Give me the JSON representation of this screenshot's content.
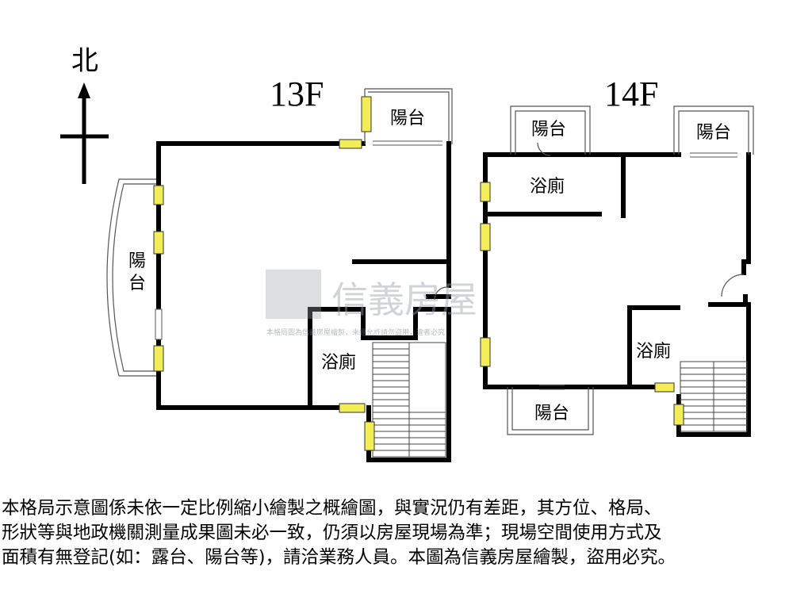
{
  "compass": {
    "north_label": "北"
  },
  "floors": [
    {
      "label": "13F",
      "rooms": {
        "balcony_top": "陽台",
        "balcony_side": "陽\n台",
        "bathroom": "浴廁"
      }
    },
    {
      "label": "14F",
      "rooms": {
        "balcony_left": "陽台",
        "balcony_right": "陽台",
        "bathroom_top": "浴廁",
        "bathroom_bottom": "浴廁",
        "balcony_bottom": "陽台"
      }
    }
  ],
  "watermark": {
    "brand": "信義房屋",
    "sub": "本格局圖為信義房屋繪製，未經允許請勿盜用，違者必究"
  },
  "disclaimer": [
    "本格局示意圖係未依一定比例縮小繪製之概繪圖，與實況仍有差距，其方位、格局、",
    "形狀等與地政機關測量成果圖未必一致，仍須以房屋現場為準；現場空間使用方式及",
    "面積有無登記(如：露台、陽台等)，請洽業務人員。本圖為信義房屋繪製，盜用必究。"
  ],
  "colors": {
    "wall": "#000000",
    "window": "#f3ee58",
    "watermark": "#9aa0a6"
  }
}
